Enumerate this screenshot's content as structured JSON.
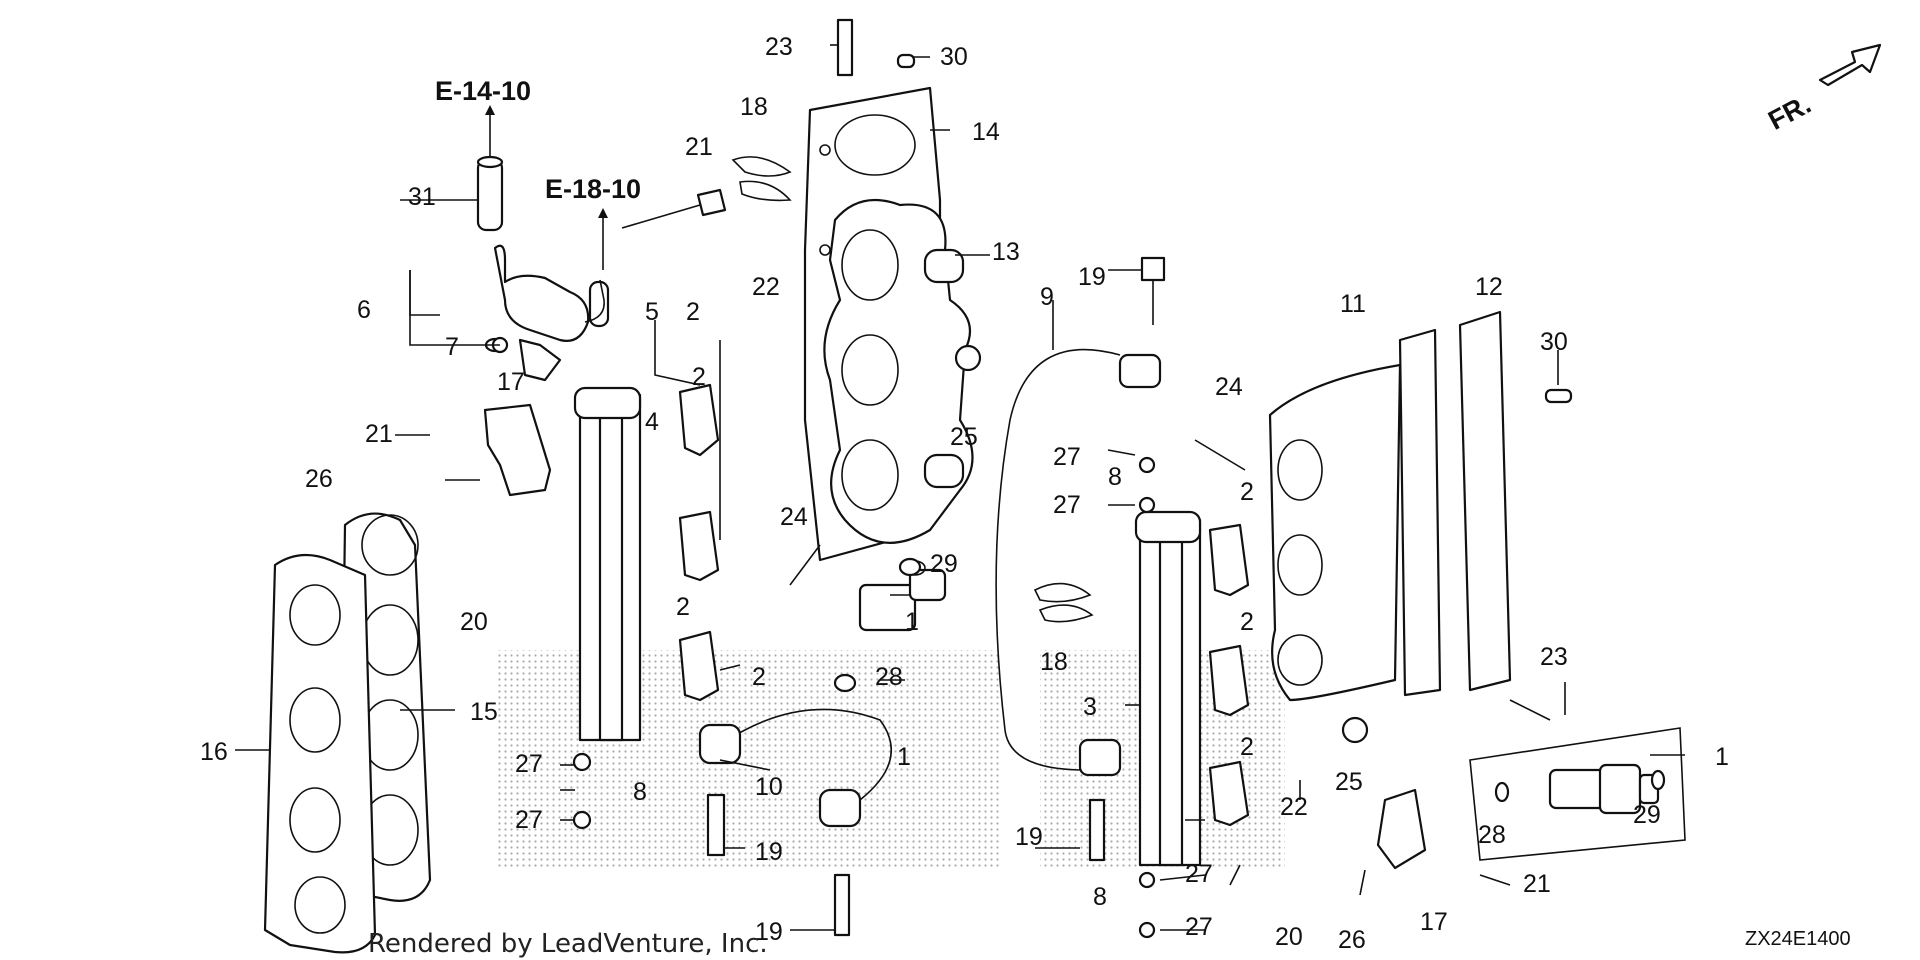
{
  "diagram": {
    "references": [
      "E-14-10",
      "E-18-10"
    ],
    "front_indicator": "FR.",
    "credit": "Rendered by LeadVenture, Inc.",
    "code": "ZX24E1400",
    "callouts": [
      "1",
      "1",
      "1",
      "2",
      "2",
      "2",
      "2",
      "2",
      "2",
      "2",
      "3",
      "4",
      "5",
      "6",
      "7",
      "8",
      "8",
      "8",
      "9",
      "10",
      "11",
      "12",
      "13",
      "14",
      "15",
      "16",
      "17",
      "17",
      "18",
      "18",
      "19",
      "19",
      "19",
      "19",
      "20",
      "20",
      "21",
      "21",
      "21",
      "22",
      "22",
      "23",
      "23",
      "24",
      "24",
      "25",
      "25",
      "26",
      "26",
      "27",
      "27",
      "27",
      "27",
      "27",
      "27",
      "28",
      "28",
      "29",
      "29",
      "30",
      "30",
      "31"
    ]
  }
}
